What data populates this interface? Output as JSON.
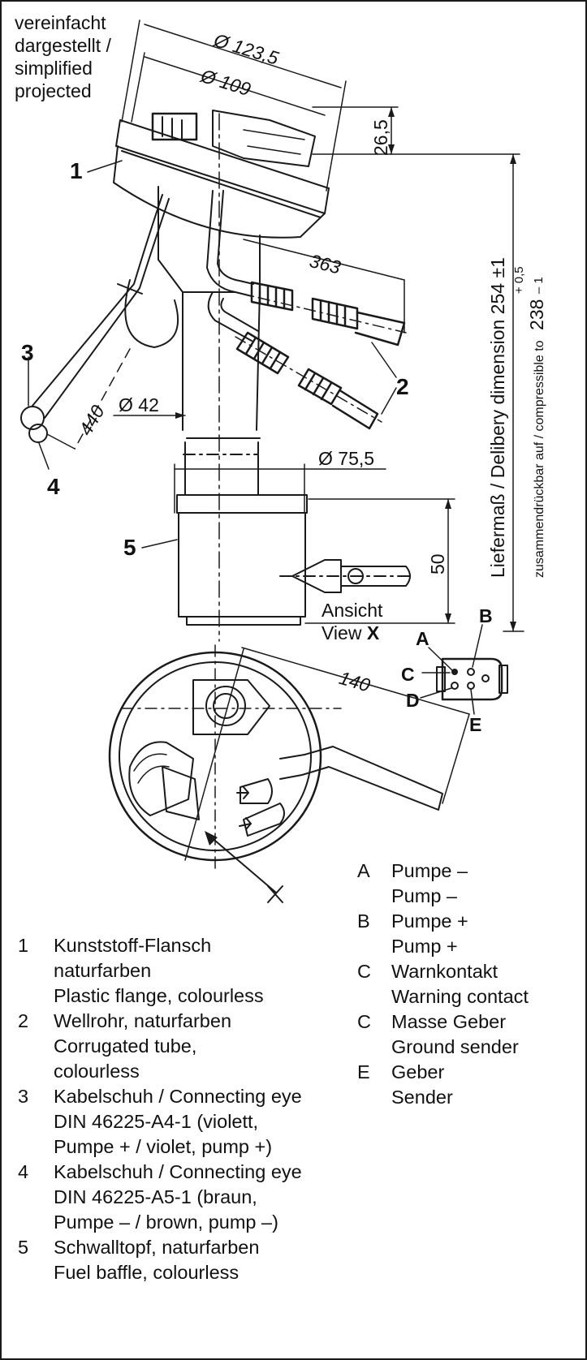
{
  "note": {
    "line1": "vereinfacht",
    "line2": "dargestellt /",
    "line3": "simplified",
    "line4": "projected"
  },
  "callouts": [
    "1",
    "2",
    "3",
    "4",
    "5"
  ],
  "dimensions": {
    "d123": "Ø 123,5",
    "d109": "Ø 109",
    "h26": "26,5",
    "l363": "363",
    "l440": "440",
    "d42": "Ø 42",
    "d75": "Ø 75,5",
    "h50": "50",
    "l140": "140",
    "main_dim": "Liefermaß / Delibery dimension 254 ±1",
    "compress_text": "zusammendrückbar auf / compressible to",
    "compress_value": "238",
    "tol_plus": "+ 0,5",
    "tol_minus": "– 1"
  },
  "view": {
    "line1": "Ansicht",
    "line2_prefix": "View",
    "line2_letter": "X",
    "x_mark": "X",
    "pins": [
      "A",
      "B",
      "C",
      "D",
      "E"
    ]
  },
  "pin_legend": [
    {
      "key": "A",
      "text": "Pumpe –\nPump –"
    },
    {
      "key": "B",
      "text": "Pumpe +\nPump +"
    },
    {
      "key": "C",
      "text": "Warnkontakt\nWarning contact"
    },
    {
      "key": "C",
      "text": "Masse Geber\nGround sender"
    },
    {
      "key": "E",
      "text": "Geber\nSender"
    }
  ],
  "part_legend": [
    {
      "key": "1",
      "text": "Kunststoff-Flansch\nnaturfarben\nPlastic flange, colourless"
    },
    {
      "key": "2",
      "text": "Wellrohr, naturfarben\nCorrugated tube,\ncolourless"
    },
    {
      "key": "3",
      "text": "Kabelschuh / Connecting eye\nDIN 46225-A4-1 (violett,\nPumpe + / violet, pump +)"
    },
    {
      "key": "4",
      "text": "Kabelschuh / Connecting eye\nDIN 46225-A5-1 (braun,\nPumpe – / brown, pump –)"
    },
    {
      "key": "5",
      "text": "Schwalltopf, naturfarben\nFuel baffle, colourless"
    }
  ]
}
